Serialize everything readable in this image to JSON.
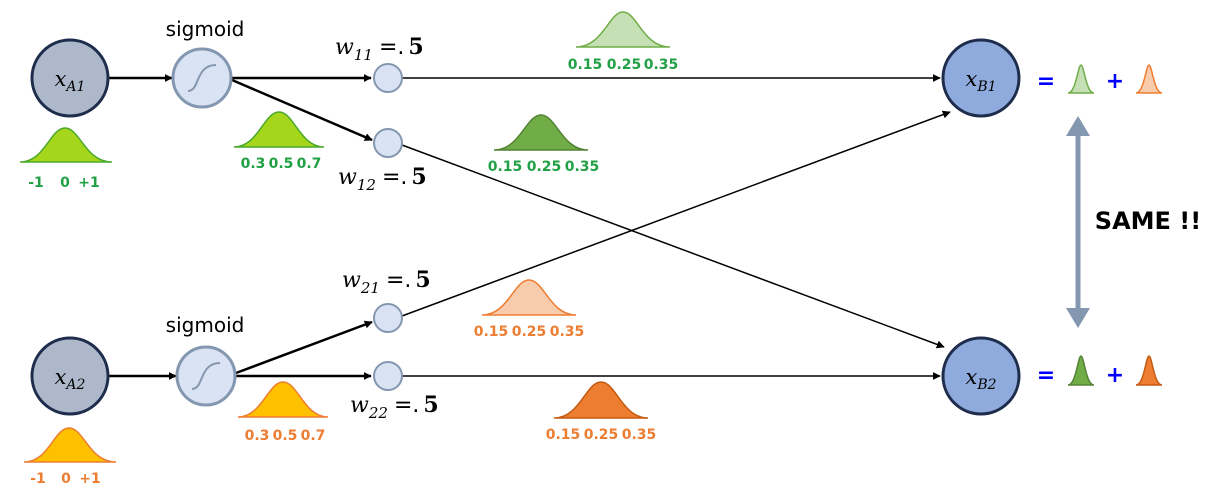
{
  "nodes": {
    "a1": {
      "var": "x",
      "sub": "A1"
    },
    "a2": {
      "var": "x",
      "sub": "A2"
    },
    "b1": {
      "var": "x",
      "sub": "B1"
    },
    "b2": {
      "var": "x",
      "sub": "B2"
    }
  },
  "activation": {
    "top": "sigmoid",
    "bottom": "sigmoid"
  },
  "weights": {
    "w11": {
      "var": "w",
      "sub": "11",
      "eq": "=.",
      "val": "5"
    },
    "w12": {
      "var": "w",
      "sub": "12",
      "eq": "=.",
      "val": "5"
    },
    "w21": {
      "var": "w",
      "sub": "21",
      "eq": "=.",
      "val": "5"
    },
    "w22": {
      "var": "w",
      "sub": "22",
      "eq": "=.",
      "val": "5"
    }
  },
  "distributions": {
    "input_a1": {
      "ticks": [
        "-1",
        "0",
        "+1"
      ],
      "fill": "#a6d61c",
      "stroke": "#4aa82a",
      "label_color": "#22a045"
    },
    "input_a2": {
      "ticks": [
        "-1",
        "0",
        "+1"
      ],
      "fill": "#ffc000",
      "stroke": "#ed7d31",
      "label_color": "#ed7d31"
    },
    "sig_top": {
      "ticks": [
        "0.3",
        "0.5",
        "0.7"
      ],
      "fill": "#a6d61c",
      "stroke": "#4aa82a",
      "label_color": "#22a045"
    },
    "sig_bottom": {
      "ticks": [
        "0.3",
        "0.5",
        "0.7"
      ],
      "fill": "#ffc000",
      "stroke": "#ed7d31",
      "label_color": "#ed7d31"
    },
    "w11": {
      "ticks": [
        "0.15",
        "0.25",
        "0.35"
      ],
      "fill": "#c5e0b4",
      "stroke": "#70ad47",
      "label_color": "#22a045"
    },
    "w12": {
      "ticks": [
        "0.15",
        "0.25",
        "0.35"
      ],
      "fill": "#70ad47",
      "stroke": "#548235",
      "label_color": "#22a045"
    },
    "w21": {
      "ticks": [
        "0.15",
        "0.25",
        "0.35"
      ],
      "fill": "#f8cbad",
      "stroke": "#ed7d31",
      "label_color": "#ed7d31"
    },
    "w22": {
      "ticks": [
        "0.15",
        "0.25",
        "0.35"
      ],
      "fill": "#ed7d31",
      "stroke": "#c55a11",
      "label_color": "#ed7d31"
    }
  },
  "equations": {
    "b1": {
      "equals": "=",
      "plus": "+"
    },
    "b2": {
      "equals": "=",
      "plus": "+"
    }
  },
  "annotation": "SAME !!",
  "colors": {
    "input_node": "#adb9ca",
    "output_node": "#8faadc",
    "node_stroke": "#1f2d4d",
    "sigmoid_fill": "#dae3f3",
    "sigmoid_stroke": "#8497b0",
    "weight_node": "#dae3f3",
    "arrow_double": "#8497b0",
    "equation_color": "#0000ff"
  }
}
